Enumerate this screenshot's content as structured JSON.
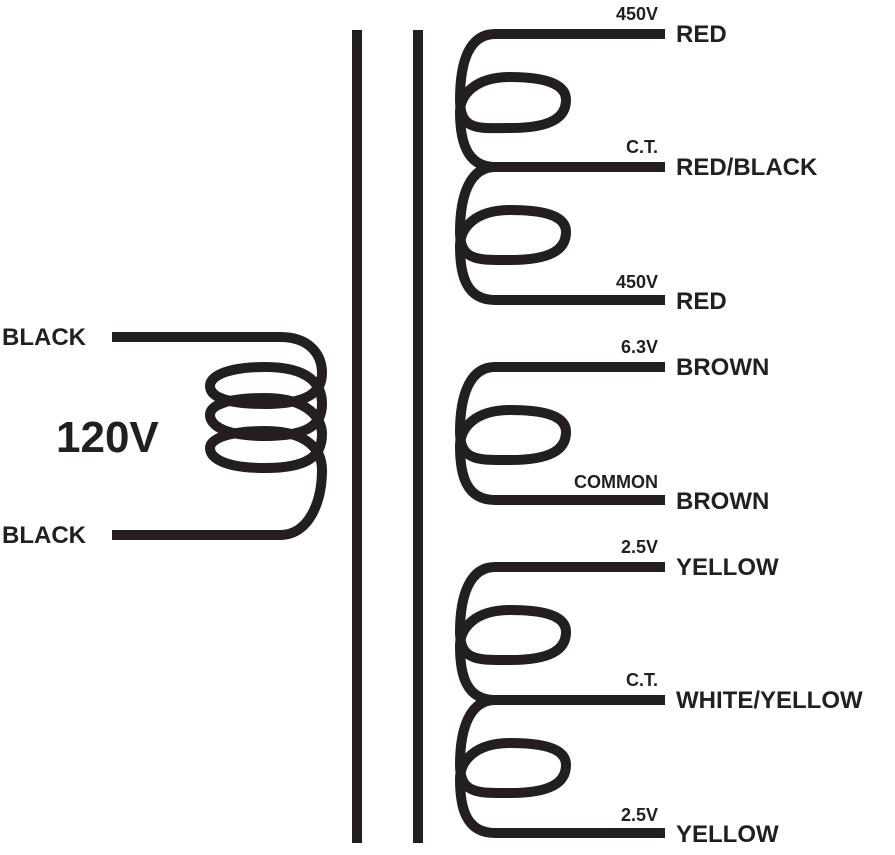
{
  "primary": {
    "voltage": "120V",
    "top_lead": "BLACK",
    "bottom_lead": "BLACK"
  },
  "secondaries": {
    "high_voltage": {
      "top_tap": "450V",
      "top_color": "RED",
      "center_tap": "C.T.",
      "center_color": "RED/BLACK",
      "bottom_tap": "450V",
      "bottom_color": "RED"
    },
    "heater_63": {
      "top_tap": "6.3V",
      "top_color": "BROWN",
      "bottom_tap": "COMMON",
      "bottom_color": "BROWN"
    },
    "heater_25": {
      "top_tap": "2.5V",
      "top_color": "YELLOW",
      "center_tap": "C.T.",
      "center_color": "WHITE/YELLOW",
      "bottom_tap": "2.5V",
      "bottom_color": "YELLOW"
    }
  },
  "colors": {
    "ink": "#231f20",
    "background": "#ffffff"
  }
}
